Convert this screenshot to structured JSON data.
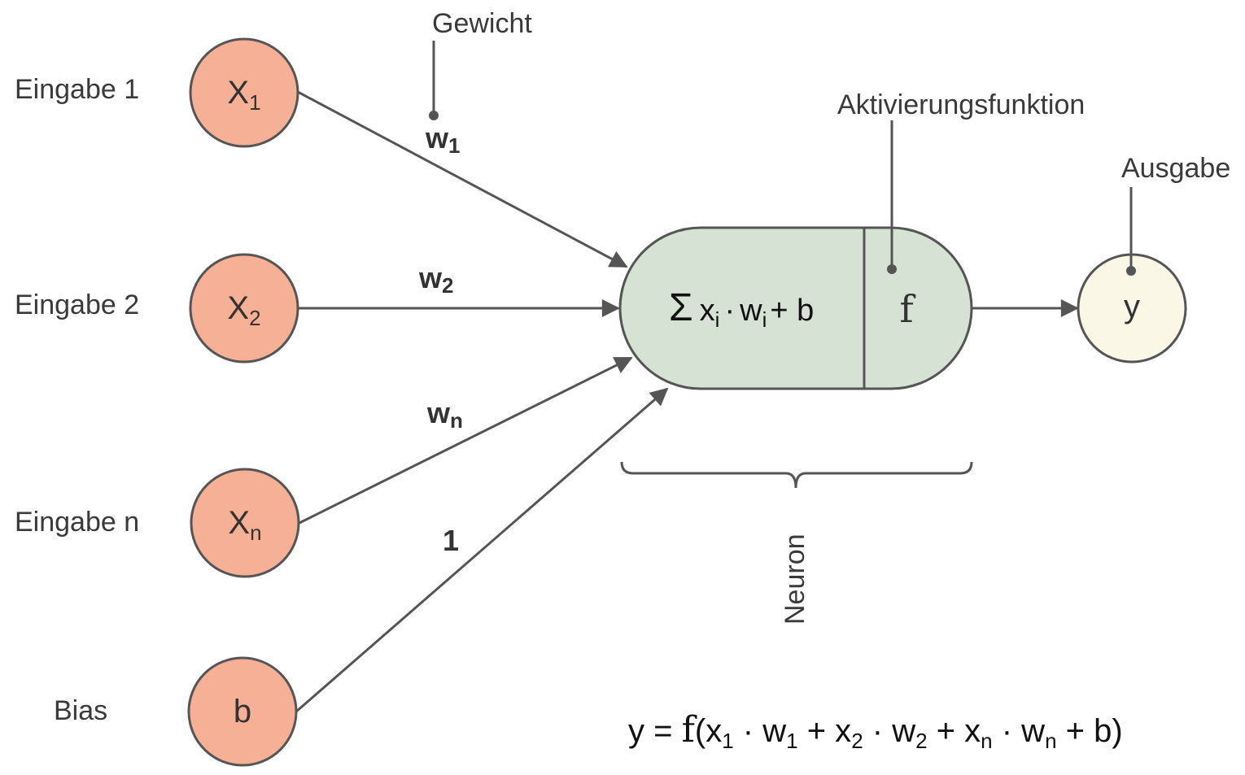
{
  "inputs": [
    {
      "label": "Eingabe 1",
      "symbol": "X",
      "sub": "1"
    },
    {
      "label": "Eingabe 2",
      "symbol": "X",
      "sub": "2"
    },
    {
      "label": "Eingabe n",
      "symbol": "X",
      "sub": "n"
    },
    {
      "label": "Bias",
      "symbol": "b",
      "sub": ""
    }
  ],
  "weights": [
    {
      "symbol": "w",
      "sub": "1"
    },
    {
      "symbol": "w",
      "sub": "2"
    },
    {
      "symbol": "w",
      "sub": "n"
    },
    {
      "symbol": "1",
      "sub": ""
    }
  ],
  "annotations": {
    "weight": "Gewicht",
    "activation": "Aktivierungsfunktion",
    "output": "Ausgabe",
    "neuron": "Neuron"
  },
  "neuron": {
    "sum_symbol": "Σ",
    "x": "x",
    "x_sub": "i",
    "dot": "·",
    "w": "w",
    "w_sub": "i",
    "plus_b": "+ b",
    "activation_symbol": "f"
  },
  "output": {
    "symbol": "y"
  },
  "formula": {
    "lhs": "y = ",
    "f": "f",
    "open": "(x",
    "s1": "1",
    "p1": " · w",
    "s2": "1",
    "p2": " + x",
    "s3": "2",
    "p3": " · w",
    "s4": "2",
    "p4": "  + x",
    "s5": "n",
    "p5": " · w",
    "s6": "n",
    "p6": " + b)"
  },
  "colors": {
    "input_fill": "#f6b095",
    "neuron_fill": "#d5e2d4",
    "output_fill": "#faf7e6",
    "stroke": "#555555"
  }
}
